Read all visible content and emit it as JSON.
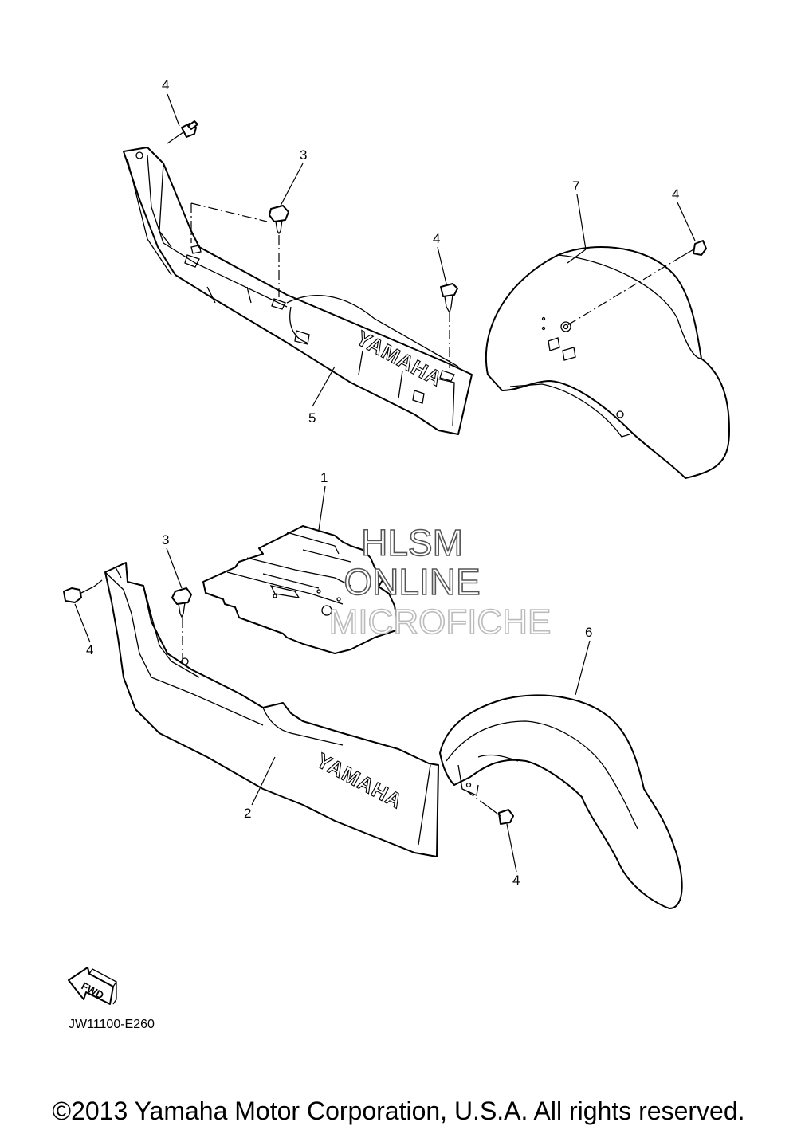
{
  "callouts": {
    "p4_top": "4",
    "p3_top": "3",
    "p4_mid": "4",
    "p5": "5",
    "p7": "7",
    "p4_right": "4",
    "p1": "1",
    "p3_bottom": "3",
    "p4_left": "4",
    "p2": "2",
    "p6": "6",
    "p4_bottom": "4"
  },
  "brand_text_upper": "YAMAHA",
  "brand_text_lower": "YAMAHA",
  "watermark": {
    "line1": "HLSM",
    "line2": "ONLINE",
    "line3": "MICROFICHE"
  },
  "fwd_label": "FWD",
  "diagram_code": "JW11100-E260",
  "copyright": "©2013 Yamaha Motor Corporation, U.S.A. All rights reserved."
}
